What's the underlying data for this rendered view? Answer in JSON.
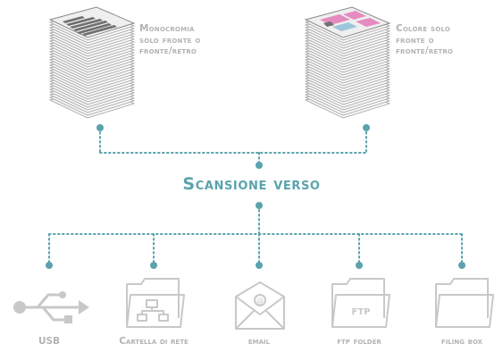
{
  "top_nodes": {
    "mono": {
      "label": "Monocromia\nsolo fronte o\nfronte/retro"
    },
    "color": {
      "label": "Colore solo\nfronte o\nfronte/retro"
    }
  },
  "title": "Scansione verso",
  "destinations": [
    {
      "icon": "usb-icon",
      "label": "USB"
    },
    {
      "icon": "network-folder-icon",
      "label": "Cartella di rete"
    },
    {
      "icon": "email-icon",
      "label": "email"
    },
    {
      "icon": "ftp-folder-icon",
      "label": "ftp folder"
    },
    {
      "icon": "folder-icon",
      "label": "filing box"
    }
  ],
  "colors": {
    "accent": "#5aa3ad",
    "label_gray": "#b3b3b3",
    "icon_gray": "#c8c8c8"
  }
}
